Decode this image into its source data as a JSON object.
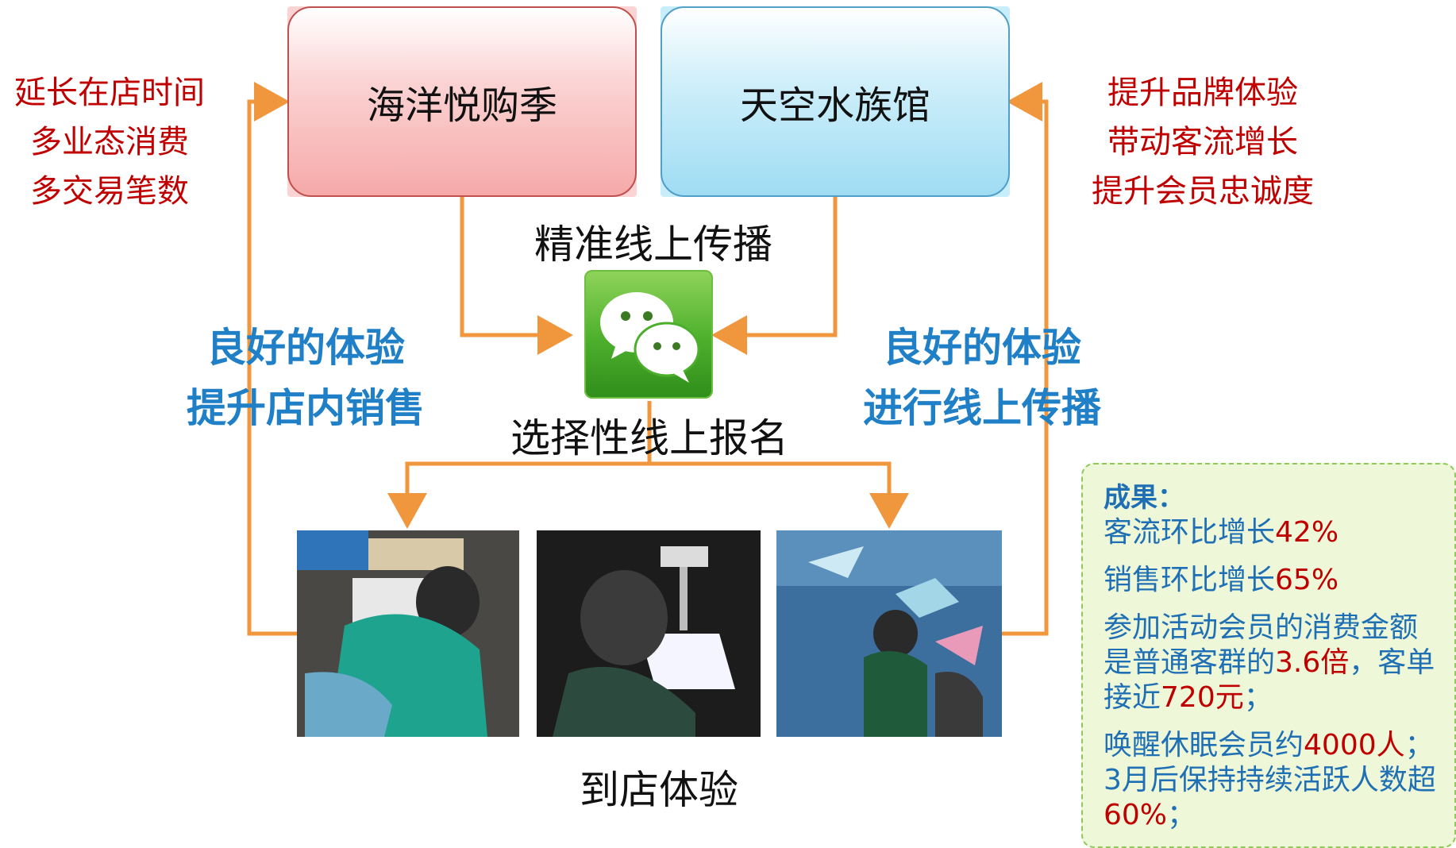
{
  "top_boxes": {
    "left_label": "海洋悦购季",
    "right_label": "天空水族馆"
  },
  "left_benefits": [
    "延长在店时间",
    "多业态消费",
    "多交易笔数"
  ],
  "right_benefits": [
    "提升品牌体验",
    "带动客流增长",
    "提升会员忠诚度"
  ],
  "center": {
    "top_label": "精准线上传播",
    "bottom_label": "选择性线上报名",
    "icon": "wechat-icon"
  },
  "left_side": [
    "良好的体验",
    "提升店内销售"
  ],
  "right_side": [
    "良好的体验",
    "进行线上传播"
  ],
  "bottom_label": "到店体验",
  "results": {
    "title": "成果：",
    "line1": {
      "text": "客流环比增长",
      "value": "42%"
    },
    "line2": {
      "text": "销售环比增长",
      "value": "65%"
    },
    "line3": {
      "text_a": "参加活动会员的消费金额是普通客群的",
      "value_a": "3.6倍",
      "text_b": "，客单接近",
      "value_b": "720元",
      "text_c": "；"
    },
    "line4": {
      "text_a": "唤醒休眠会员约",
      "value_a": "4000人",
      "text_b": "；",
      "value_b": "3",
      "text_c": "月后保持持续活跃人数超",
      "value_c": "60%",
      "text_d": "；"
    }
  },
  "colors": {
    "arrow": "#f0963c",
    "red": "#c00000",
    "blue": "#1f7fc7",
    "wechat_green": "#4caf2c"
  }
}
